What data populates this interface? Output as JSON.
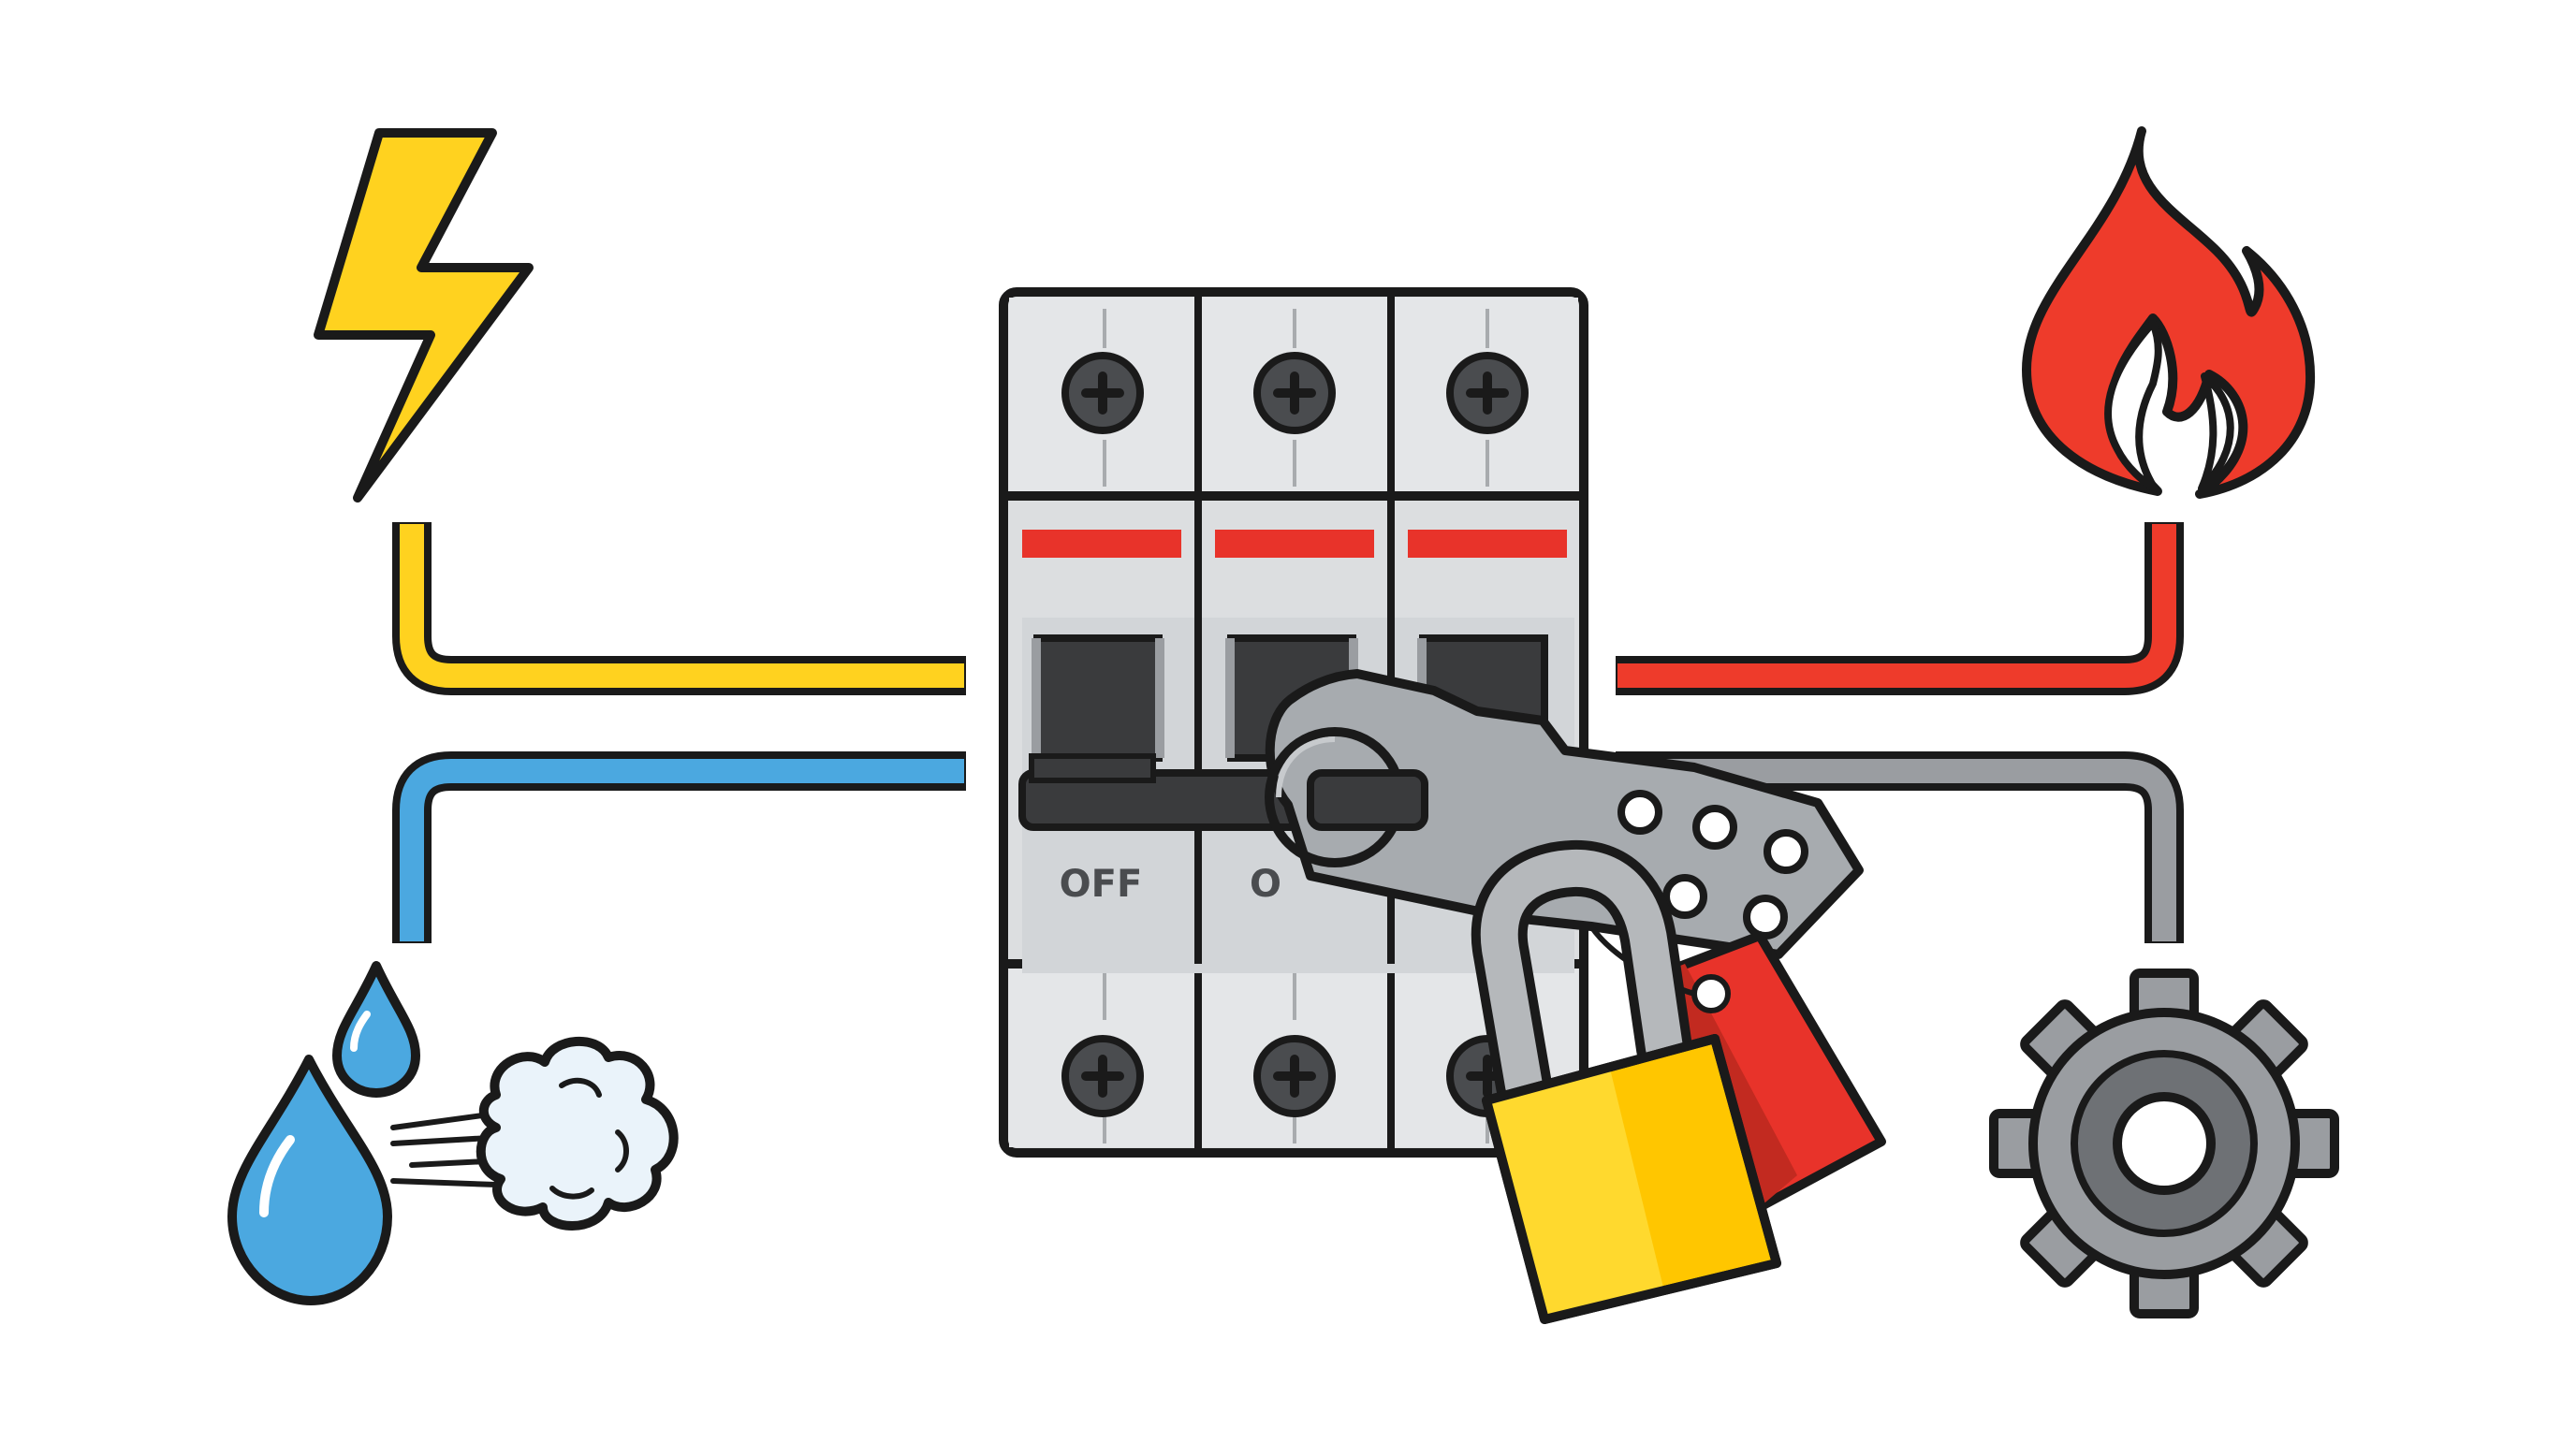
{
  "colors": {
    "electrical": "#FFD21F",
    "hydraulic": "#4BA8E0",
    "thermal": "#EE3B2B",
    "mechanical": "#9A9DA1",
    "outline": "#1A1A1A",
    "breaker_body": "#DCDEE0",
    "breaker_shade": "#C4C7CA",
    "handle": "#3A3B3D",
    "hasp": "#A7ABAF",
    "padlock_body": "#FFC600",
    "padlock_shackle": "#B5B8BB",
    "tag": "#E8332A"
  },
  "icons": {
    "top_left": "lightning-bolt-icon",
    "bottom_left": "water-drops-and-air-icon",
    "top_right": "flame-icon",
    "bottom_right": "gear-icon",
    "center": "circuit-breaker-icon",
    "lock": "padlock-icon",
    "tag": "danger-tag-icon"
  },
  "breaker": {
    "poles": 3,
    "handle_label": "OFF",
    "second_label_partial": "O"
  }
}
